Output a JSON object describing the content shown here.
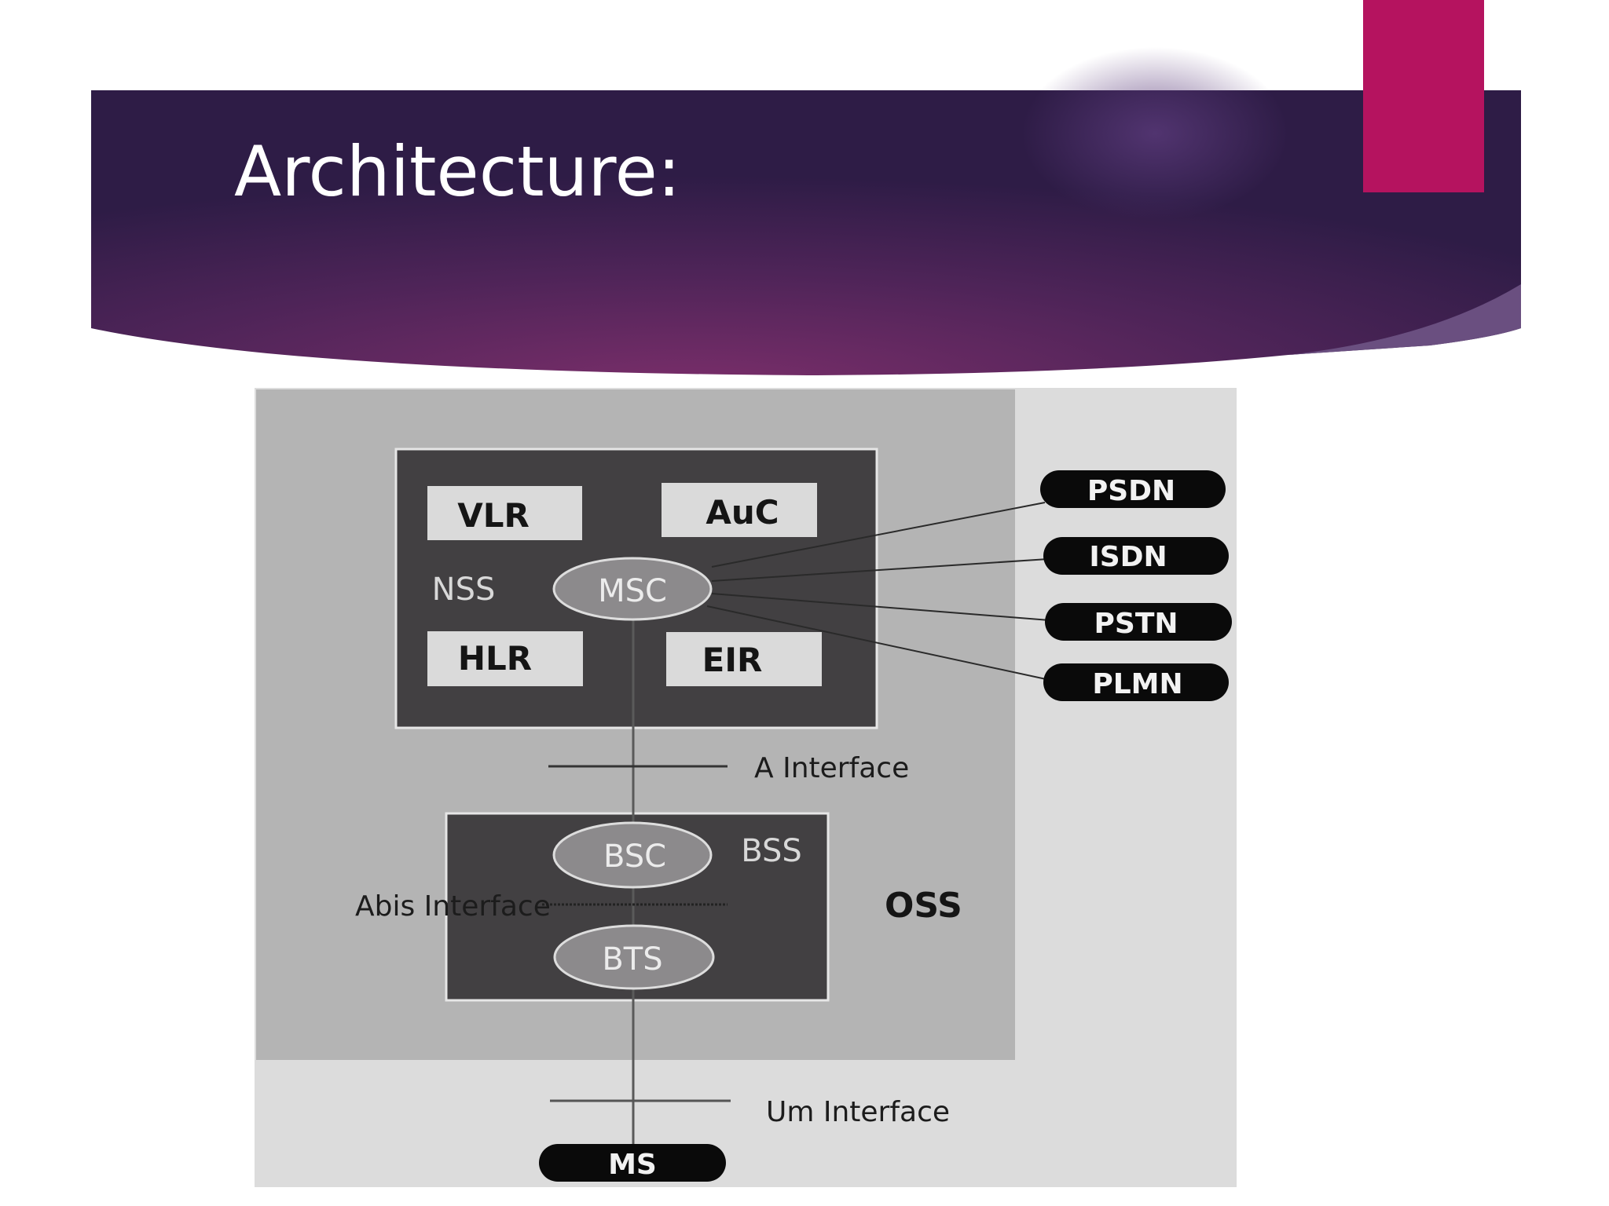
{
  "slide": {
    "title": "Architecture:",
    "colors": {
      "banner_dark": "#3a2050",
      "banner_light": "#6e2c66",
      "accent_block": "#b5135f"
    }
  },
  "diagram": {
    "outer_label": "OSS",
    "nss": {
      "label": "NSS",
      "msc": "MSC",
      "vlr": "VLR",
      "auc": "AuC",
      "hlr": "HLR",
      "eir": "EIR"
    },
    "bss": {
      "label": "BSS",
      "bsc": "BSC",
      "bts": "BTS"
    },
    "interfaces": {
      "a": "A Interface",
      "abis": "Abis Interface",
      "um": "Um Interface"
    },
    "mobile_station": "MS",
    "external_networks": [
      "PSDN",
      "ISDN",
      "PSTN",
      "PLMN"
    ],
    "colors": {
      "image_bg": "#dcdcdc",
      "oss_bg": "#b4b4b4",
      "box_dark": "#424042",
      "node_fill": "#dadada",
      "ellipse_fill": "#8c8a8c",
      "pill_fill": "#0a0a0a"
    }
  }
}
